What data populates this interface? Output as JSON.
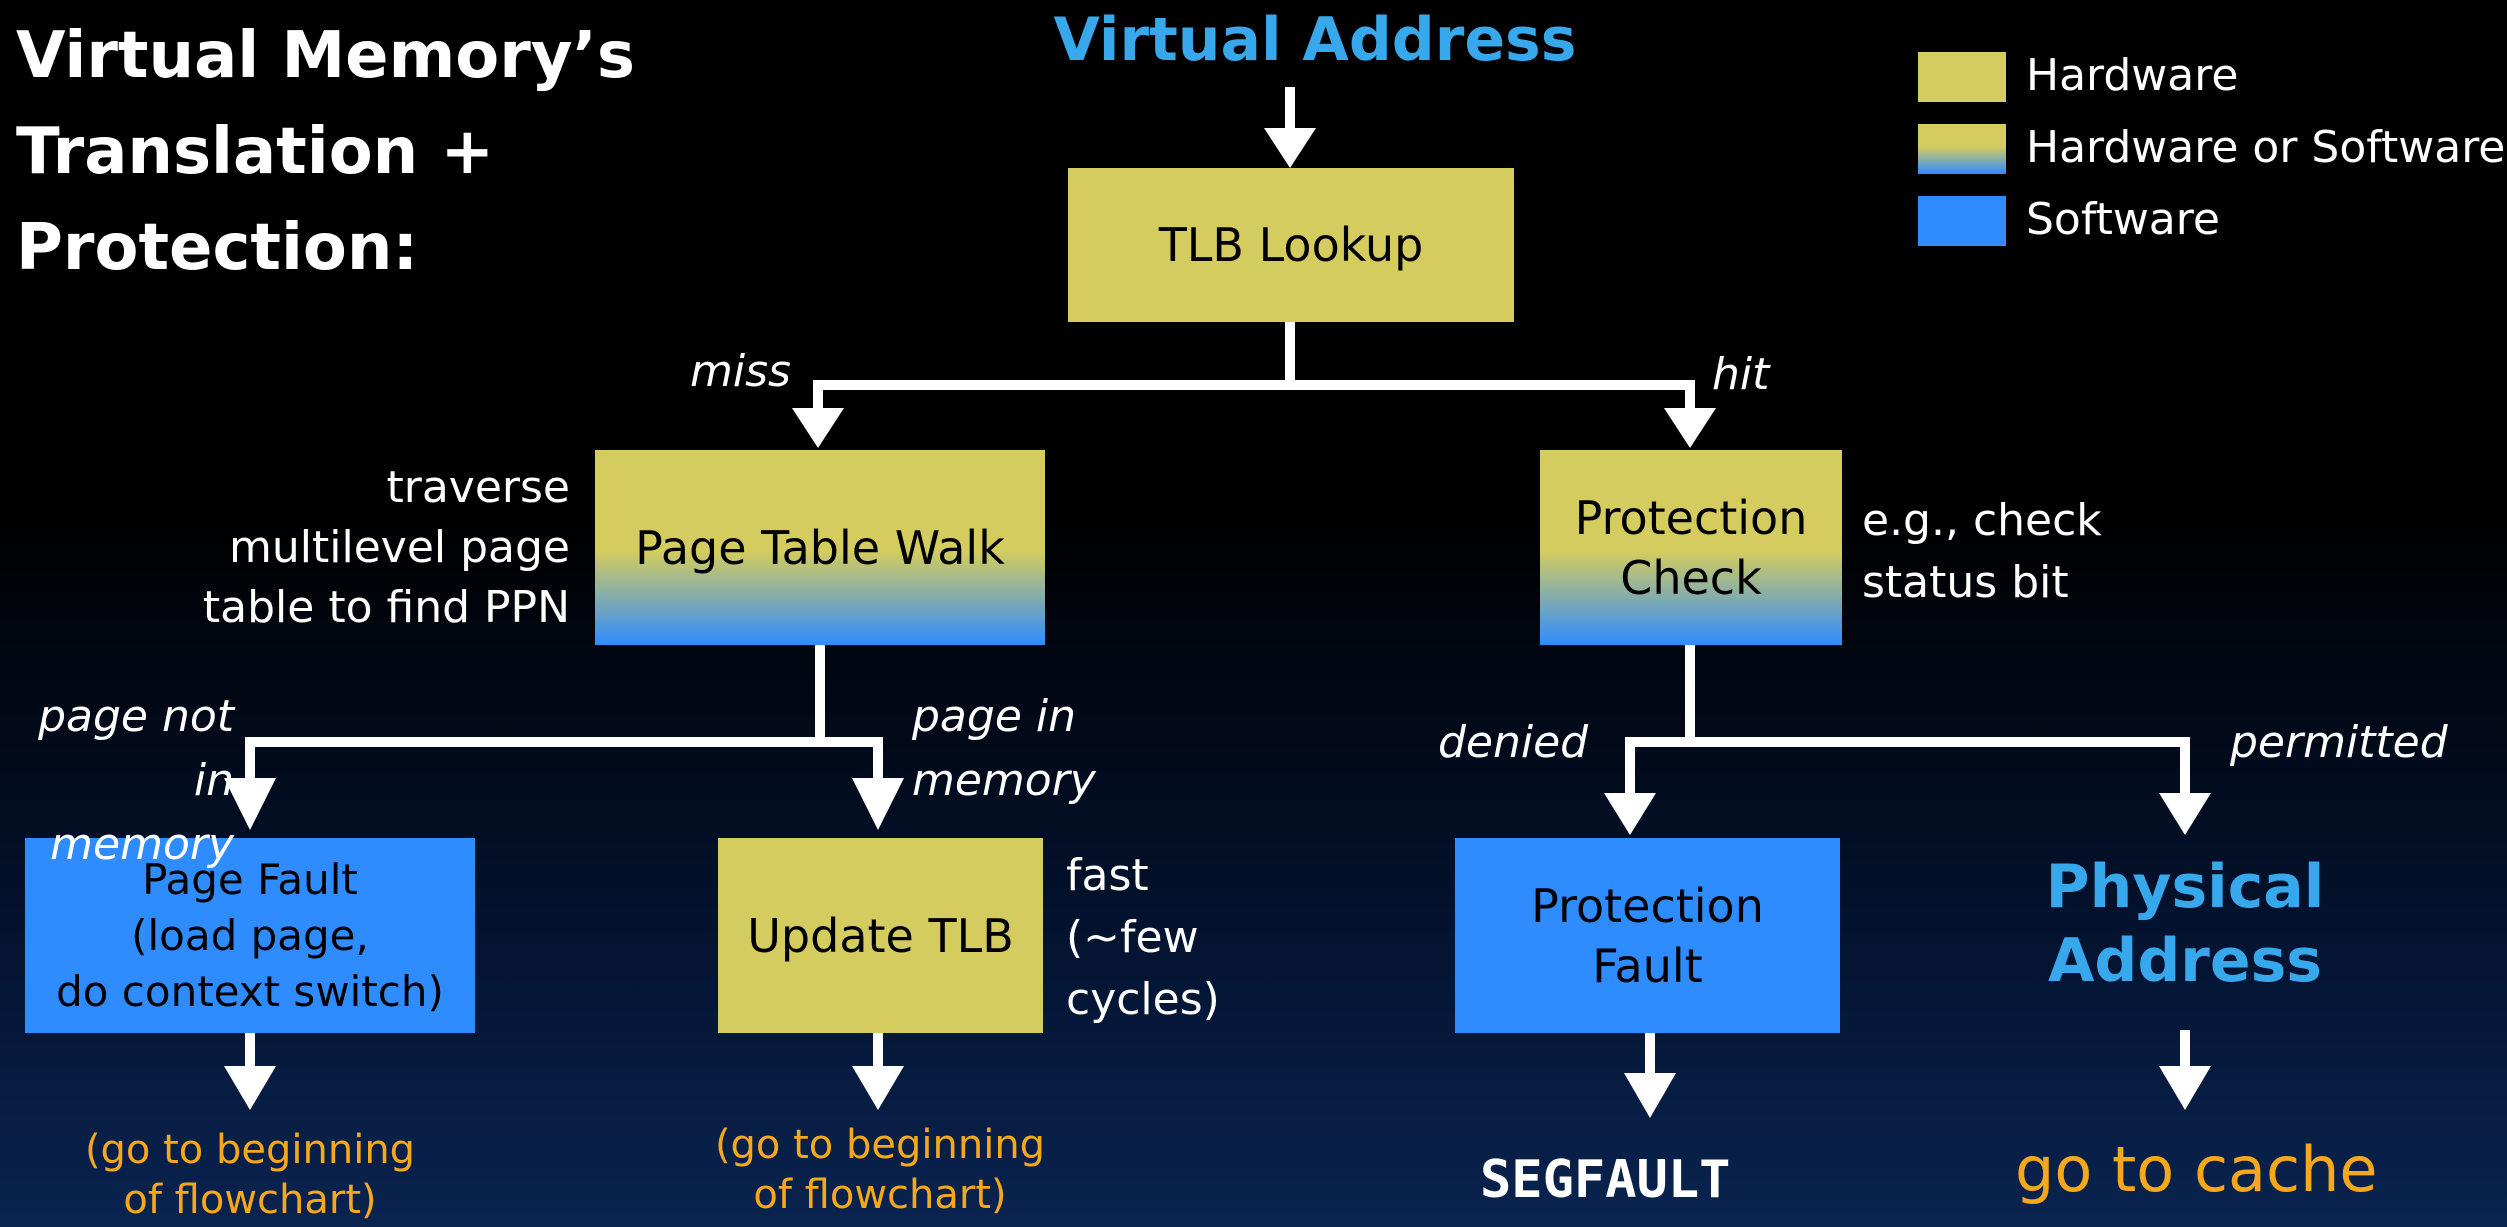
{
  "title": "Virtual Memory’s\nTranslation +\nProtection:",
  "virtual_address": "Virtual Address",
  "legend": [
    {
      "label": "Hardware",
      "color": "#d4cc5e"
    },
    {
      "label": "Hardware or Software",
      "color": "gradient"
    },
    {
      "label": "Software",
      "color": "#2f8cff"
    }
  ],
  "boxes": {
    "tlb_lookup": "TLB Lookup",
    "page_table_walk": "Page Table Walk",
    "protection_check": "Protection\nCheck",
    "page_fault": "Page Fault\n(load page,\ndo context switch)",
    "update_tlb": "Update TLB",
    "protection_fault": "Protection\nFault"
  },
  "edges": {
    "miss": "miss",
    "hit": "hit",
    "page_not_in_memory": "page not in\nmemory",
    "page_in_memory": "page in\nmemory",
    "denied": "denied",
    "permitted": "permitted"
  },
  "notes": {
    "traverse": "traverse\nmultilevel page\ntable to find PPN",
    "check_status": "e.g., check\nstatus bit",
    "fast": "fast\n(~few\ncycles)"
  },
  "outcomes": {
    "goto_beginning_1": "(go to beginning\nof flowchart)",
    "goto_beginning_2": "(go to beginning\nof flowchart)",
    "physical_address": "Physical\nAddress",
    "segfault": "SEGFAULT",
    "go_to_cache": "go to cache"
  },
  "colors": {
    "hardware": "#d4cc5e",
    "software": "#2f8cff",
    "accent_blue": "#38a8ec",
    "accent_orange": "#f5a81c"
  }
}
